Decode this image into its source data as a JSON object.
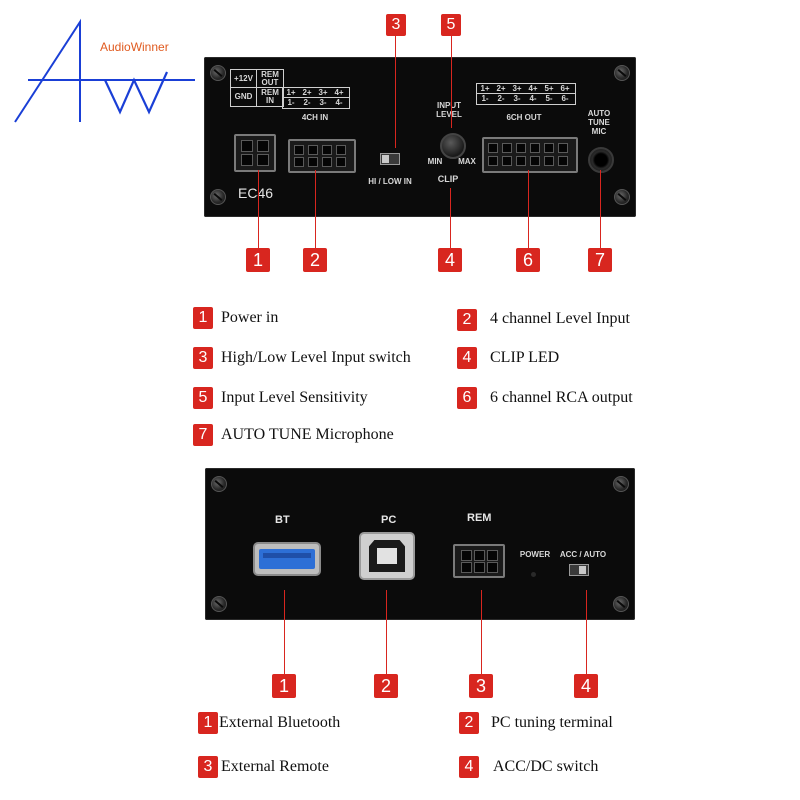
{
  "brand": {
    "name": "AudioWinner",
    "mark": "AW"
  },
  "top_panel": {
    "model": "EC46",
    "power_pinout": {
      "r1c1": "+12V",
      "r1c2": "REM OUT",
      "r2c1": "GND",
      "r2c2": "REM IN"
    },
    "input_pinout": {
      "row1": [
        "1+",
        "2+",
        "3+",
        "4+"
      ],
      "row2": [
        "1-",
        "2-",
        "3-",
        "4-"
      ]
    },
    "input_label": "4CH IN",
    "switch_label": "HI / LOW IN",
    "input_level_label": "INPUT LEVEL",
    "knob_min": "MIN",
    "knob_max": "MAX",
    "clip_label": "CLIP",
    "output_pinout": {
      "row1": [
        "1+",
        "2+",
        "3+",
        "4+",
        "5+",
        "6+"
      ],
      "row2": [
        "1-",
        "2-",
        "3-",
        "4-",
        "5-",
        "6-"
      ]
    },
    "output_label": "6CH OUT",
    "mic_label": "AUTO TUNE MIC",
    "callouts": [
      "1",
      "2",
      "3",
      "4",
      "5",
      "6",
      "7"
    ]
  },
  "top_legend": [
    {
      "num": "1",
      "text": "Power in"
    },
    {
      "num": "2",
      "text": "4 channel Level Input"
    },
    {
      "num": "3",
      "text": "High/Low Level Input switch"
    },
    {
      "num": "4",
      "text": "CLIP LED"
    },
    {
      "num": "5",
      "text": "Input Level Sensitivity"
    },
    {
      "num": "6",
      "text": "6 channel RCA output"
    },
    {
      "num": "7",
      "text": "AUTO TUNE Microphone"
    }
  ],
  "bottom_panel": {
    "bt_label": "BT",
    "pc_label": "PC",
    "rem_label": "REM",
    "power_label": "POWER",
    "acc_auto_label": "ACC / AUTO",
    "callouts": [
      "1",
      "2",
      "3",
      "4"
    ]
  },
  "bottom_legend": [
    {
      "num": "1",
      "text": "External Bluetooth"
    },
    {
      "num": "2",
      "text": "PC tuning terminal"
    },
    {
      "num": "3",
      "text": "External Remote"
    },
    {
      "num": "4",
      "text": "ACC/DC switch"
    }
  ],
  "colors": {
    "accent": "#d8261f",
    "panel": "#0b0b0b",
    "usb_blue": "#2d6fd6",
    "logo_orange": "#e05a1f",
    "logo_blue": "#1a3fd6"
  }
}
